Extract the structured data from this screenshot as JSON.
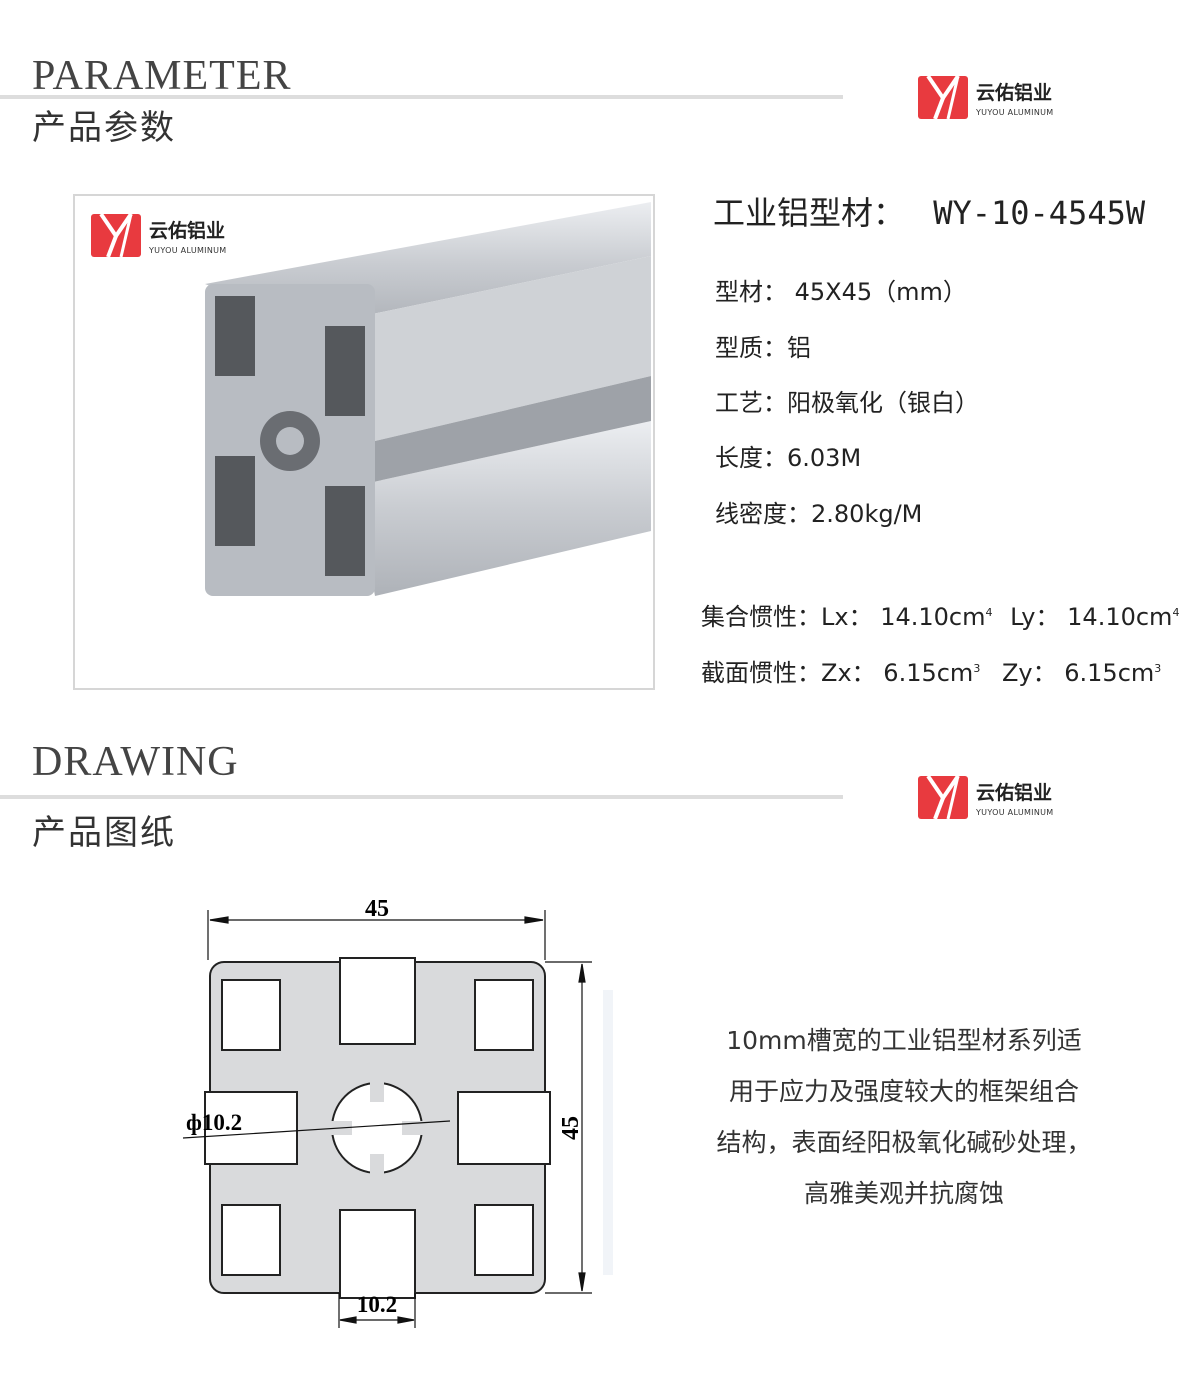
{
  "brand": {
    "name_cn": "云佑铝业",
    "name_en": "YUYOU ALUMINUM",
    "color": "#e83a3f"
  },
  "parameter_section": {
    "title_en": "PARAMETER",
    "title_cn": "产品参数"
  },
  "product": {
    "name_label": "工业铝型材：",
    "model": "WY-10-4545W",
    "specs": [
      {
        "label": "型材：",
        "value": "45X45（mm）"
      },
      {
        "label": "型质：",
        "value": "铝"
      },
      {
        "label": "工艺：",
        "value": "阳极氧化（银白）"
      },
      {
        "label": "长度：",
        "value": "6.03M"
      },
      {
        "label": "线密度：",
        "value": "2.80kg/M"
      }
    ],
    "inertia": {
      "label": "集合惯性：",
      "lx_label": "Lx：",
      "lx": "14.10cm",
      "ly_label": "Ly：",
      "ly": "14.10cm",
      "exp": "4"
    },
    "section": {
      "label": "截面惯性：",
      "zx_label": "Zx：",
      "zx": "6.15cm",
      "zy_label": "Zy：",
      "zy": "6.15cm",
      "exp": "3"
    }
  },
  "drawing_section": {
    "title_en": "DRAWING",
    "title_cn": "产品图纸"
  },
  "drawing": {
    "width_dim": "45",
    "height_dim": "45",
    "hole_dim": "ф10.2",
    "slot_dim": "10.2"
  },
  "description": [
    "10mm槽宽的工业铝型材系列适",
    "用于应力及强度较大的框架组合",
    "结构，表面经阳极氧化碱砂处理，",
    "高雅美观并抗腐蚀"
  ]
}
